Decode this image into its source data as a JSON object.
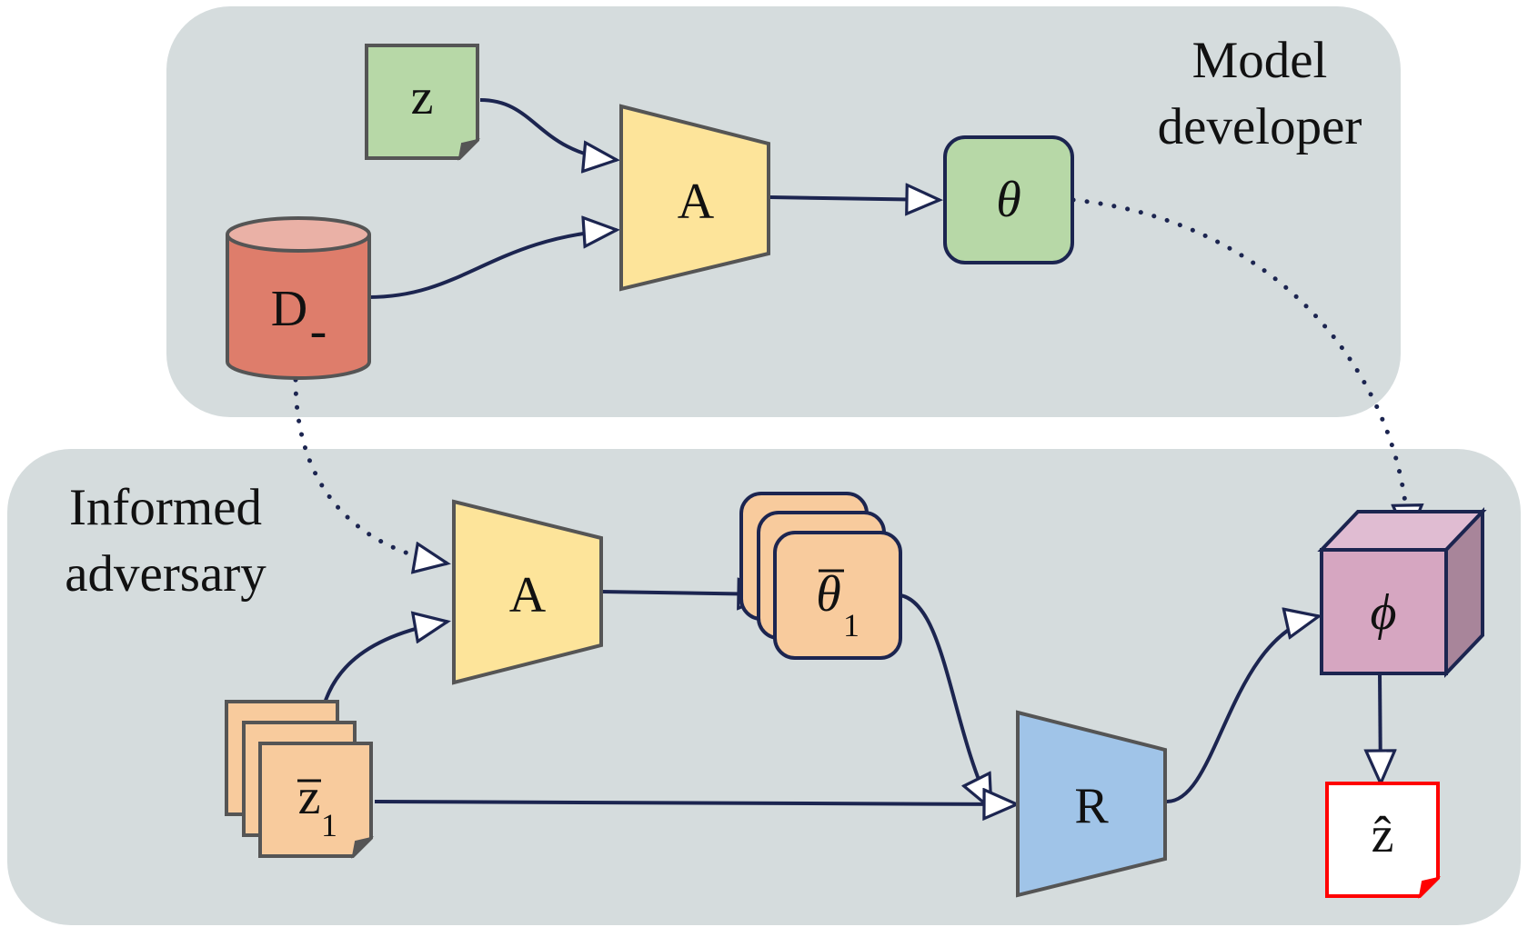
{
  "regions": {
    "model_developer": {
      "label_line1": "Model",
      "label_line2": "developer"
    },
    "informed_adversary": {
      "label_line1": "Informed",
      "label_line2": "adversary"
    }
  },
  "nodes": {
    "target_record": {
      "label": "z"
    },
    "dataset": {
      "label": "D",
      "subscript": "-"
    },
    "developer_algorithm": {
      "label": "A"
    },
    "released_model": {
      "label": "θ"
    },
    "adversary_algorithm": {
      "label": "A"
    },
    "shadow_models": {
      "label": "θ",
      "subscript": "1"
    },
    "shadow_records": {
      "label": "z",
      "subscript": "1"
    },
    "reconstructor": {
      "label": "R"
    },
    "reconstructor_model": {
      "label": "ϕ"
    },
    "reconstruction": {
      "label": "ẑ"
    }
  },
  "colors": {
    "region_fill": "#d5dcdd",
    "record_green": "#b7d8a7",
    "dataset_red": "#de7d6b",
    "dataset_top": "#eab1a6",
    "algorithm_yellow": "#fde49a",
    "shadow_orange": "#f8cb9d",
    "reconstructor_blue": "#a0c4e8",
    "cube_front": "#d6a6c1",
    "cube_top": "#e0bcd2",
    "cube_side": "#a8859a",
    "output_border": "#ff0000",
    "edge": "#1c2550"
  }
}
